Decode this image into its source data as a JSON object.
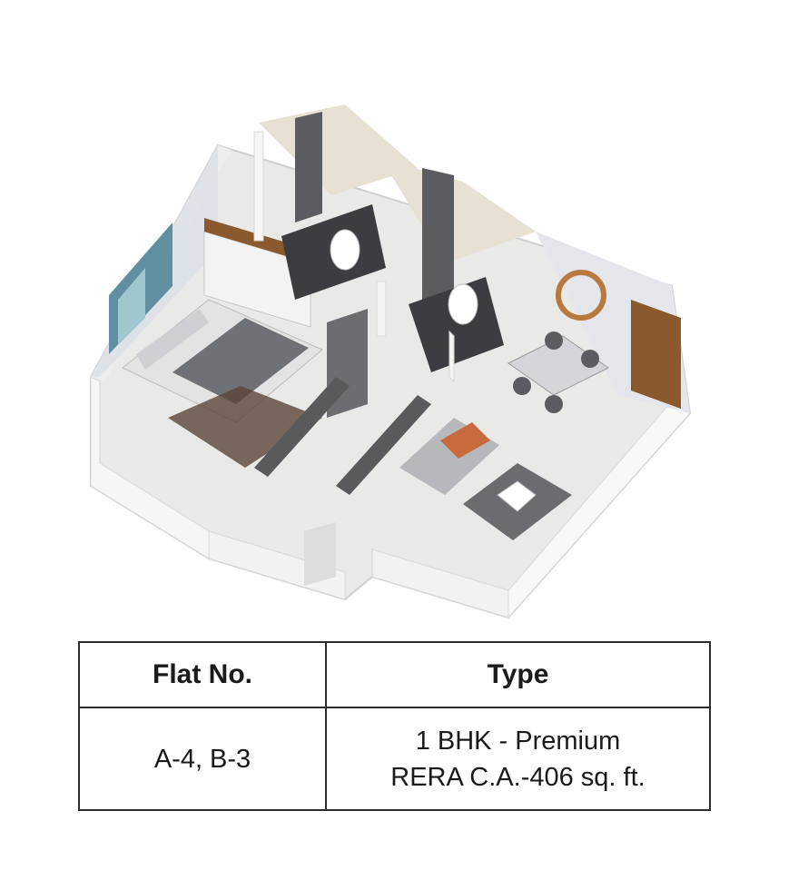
{
  "floor_plan": {
    "icons": [
      "isometric-floor-plan-render"
    ]
  },
  "table": {
    "headers": {
      "flat_no": "Flat No.",
      "type": "Type"
    },
    "row": {
      "flat_no": "A-4, B-3",
      "type_line1": "1 BHK - Premium",
      "type_line2": "RERA C.A.-406 sq. ft."
    }
  },
  "colors": {
    "border": "#2b2b2b",
    "floor": "#ececea",
    "wall": "#f4f4f2",
    "wood": "#8a5a2e",
    "tile_dark": "#5a5c5f"
  }
}
